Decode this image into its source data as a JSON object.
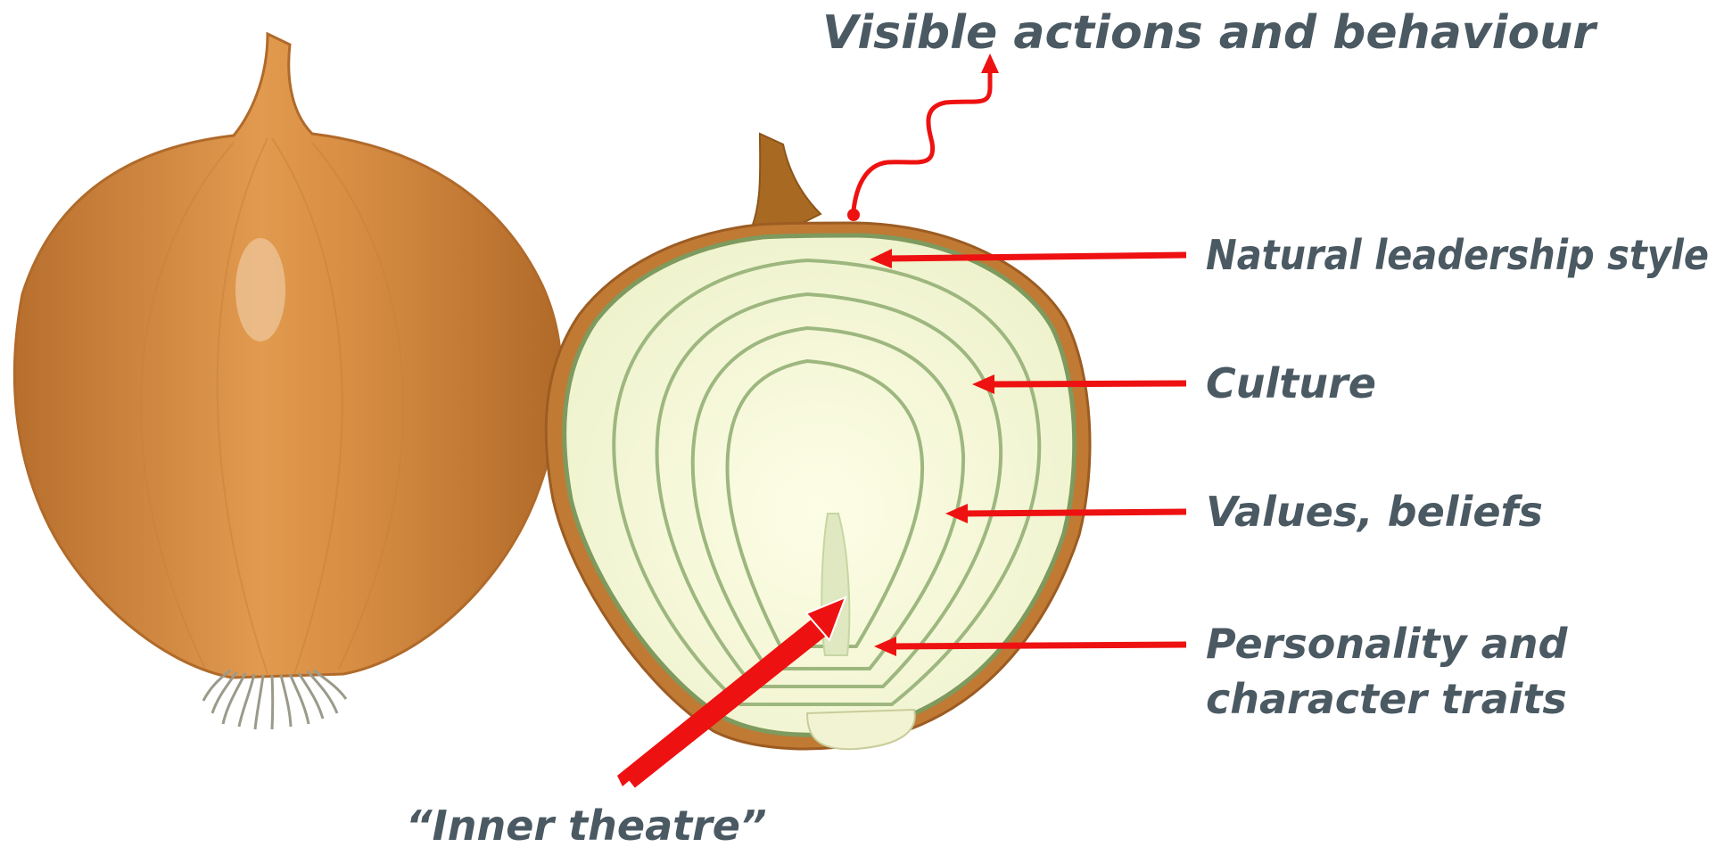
{
  "labels": {
    "visible_actions": "Visible actions and behaviour",
    "leadership_style": "Natural leadership style",
    "culture": "Culture",
    "values": "Values, beliefs",
    "personality_line1": "Personality and",
    "personality_line2": "character traits",
    "inner_theatre": "“Inner theatre”"
  },
  "colors": {
    "label_text": "#4a5962",
    "arrow": "#ee1111",
    "onion_skin": "#d28a42",
    "onion_flesh": "#fafbe2",
    "onion_ring": "#98b57a"
  }
}
